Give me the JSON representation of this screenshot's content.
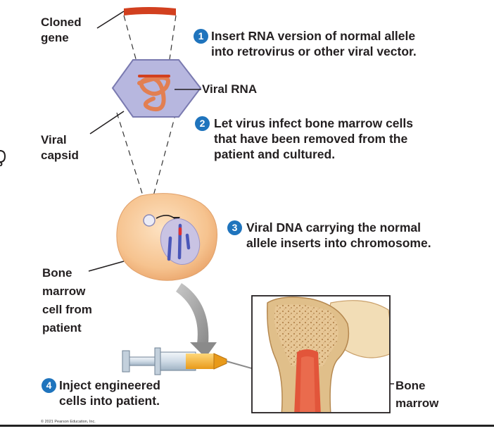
{
  "labels": {
    "cloned_gene": "Cloned\ngene",
    "viral_rna": "Viral RNA",
    "viral_capsid": "Viral\ncapsid",
    "bone_marrow_cell": "Bone\nmarrow\ncell from\npatient",
    "bone_marrow": "Bone\nmarrow"
  },
  "steps": [
    {
      "number": "1",
      "lines": [
        "Insert RNA version of normal allele",
        "into retrovirus or other viral vector."
      ]
    },
    {
      "number": "2",
      "lines": [
        "Let virus infect bone marrow cells",
        "that have been removed from the",
        "patient and cultured."
      ]
    },
    {
      "number": "3",
      "lines": [
        "Viral DNA carrying the normal",
        "allele inserts into chromosome."
      ]
    },
    {
      "number": "4",
      "lines": [
        "Inject engineered",
        "cells into patient."
      ]
    }
  ],
  "copyright": "© 2021 Pearson Education, Inc.",
  "colors": {
    "gene_red": "#d2401f",
    "rna_orange": "#ec8c5e",
    "capsid_fill": "#b7b7df",
    "capsid_stroke": "#7a7ab0",
    "cell_fill": "#f6c38f",
    "nucleus_fill": "#c9c3e3",
    "chromosome": "#4a56b8",
    "step_number_blue": "#1f74bd",
    "arrow_gray": "#9a9a9a",
    "bone_tan": "#e0bf8a",
    "marrow_red": "#e2553a"
  },
  "icons": [
    "step-1-badge-icon",
    "step-2-badge-icon",
    "step-3-badge-icon",
    "step-4-badge-icon",
    "syringe-icon",
    "bone-icon",
    "cell-icon",
    "virus-capsid-icon",
    "chromosome-icon"
  ]
}
